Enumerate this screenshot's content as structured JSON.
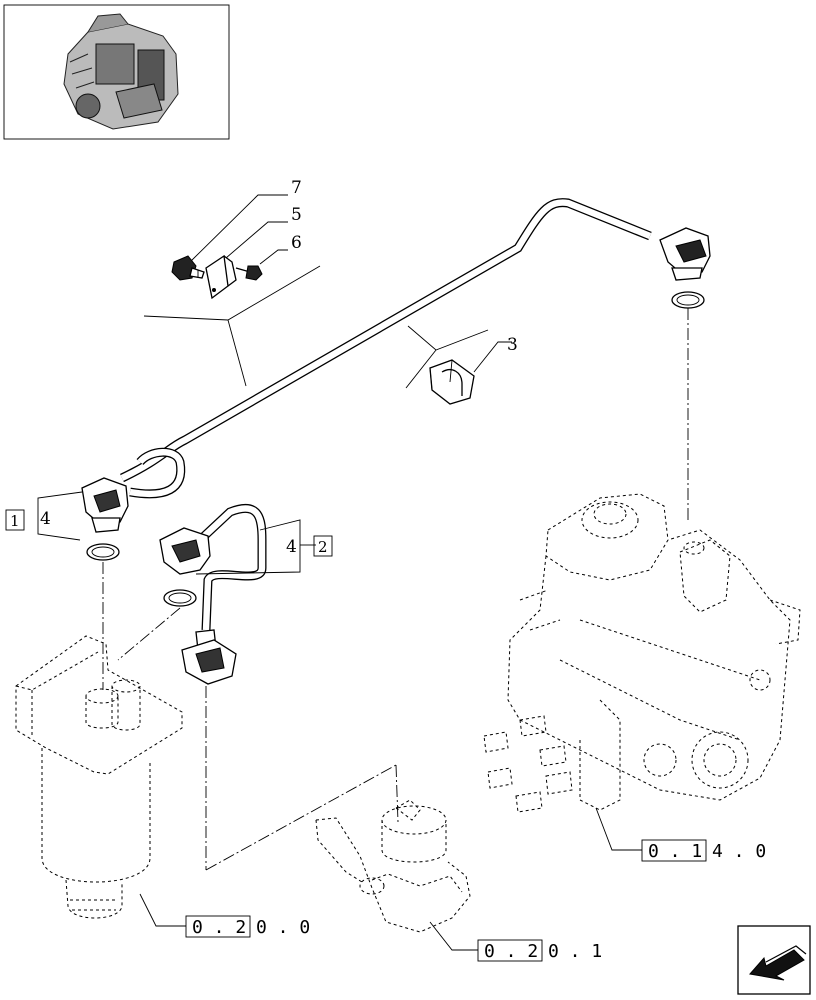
{
  "callouts": {
    "c7": "7",
    "c5": "5",
    "c6": "6",
    "c3": "3",
    "c4a": "4",
    "c4b": "4",
    "box1": "1",
    "box2": "2"
  },
  "references": {
    "pump_ref_boxed": "0 . 1",
    "pump_ref_rest": "4 . 0",
    "filter_ref_boxed": "0 . 2",
    "filter_ref_rest": "0 . 0",
    "feedpump_ref_boxed": "0 . 2",
    "feedpump_ref_rest": "0 . 1"
  },
  "icons": {
    "engine_thumbnail": "engine-thumbnail-icon",
    "next_page_arrow": "back-arrow-icon"
  }
}
